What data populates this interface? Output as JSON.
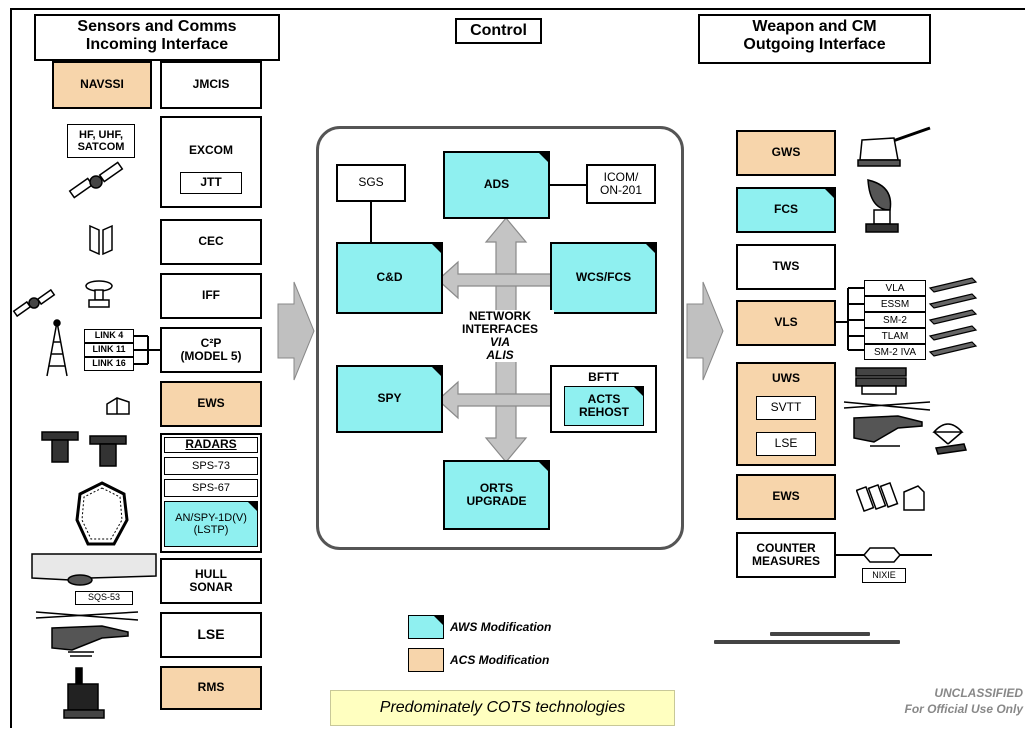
{
  "headers": {
    "left": [
      "Sensors and Comms",
      "Incoming Interface"
    ],
    "center": "Control",
    "right": [
      "Weapon and CM",
      "Outgoing Interface"
    ]
  },
  "left": {
    "navssi": "NAVSSI",
    "jmcis": "JMCIS",
    "hf_label": [
      "HF, UHF,",
      "SATCOM"
    ],
    "excom": "EXCOM",
    "jtt": "JTT",
    "cec": "CEC",
    "iff": "IFF",
    "links": [
      "LINK 4",
      "LINK 11",
      "LINK 16"
    ],
    "c2p": [
      "C²P",
      "(MODEL 5)"
    ],
    "ews": "EWS",
    "radars": "RADARS",
    "sps73": "SPS-73",
    "sps67": "SPS-67",
    "anspy": [
      "AN/SPY-1D(V)",
      "(LSTP)"
    ],
    "sqs53": "SQS-53",
    "hull_sonar": [
      "HULL",
      "SONAR"
    ],
    "lse": "LSE",
    "rms": "RMS"
  },
  "center": {
    "sgs": "SGS",
    "ads": "ADS",
    "icom": [
      "ICOM/",
      "ON-201"
    ],
    "cd": "C&D",
    "wcs": "WCS/FCS",
    "network": [
      "NETWORK",
      "INTERFACES",
      "VIA",
      "ALIS"
    ],
    "spy": "SPY",
    "bftt": "BFTT",
    "acts": [
      "ACTS",
      "REHOST"
    ],
    "orts": [
      "ORTS",
      "UPGRADE"
    ]
  },
  "right": {
    "gws": "GWS",
    "fcs": "FCS",
    "tws": "TWS",
    "vls": "VLS",
    "vls_items": [
      "VLA",
      "ESSM",
      "SM-2",
      "TLAM",
      "SM-2 IVA"
    ],
    "uws": "UWS",
    "svtt": "SVTT",
    "lse": "LSE",
    "ews": "EWS",
    "counter": [
      "COUNTER",
      "MEASURES"
    ],
    "nixie": "NIXIE"
  },
  "legend": {
    "aws": "AWS Modification",
    "acs": "ACS Modification"
  },
  "footer": "Predominately COTS technologies",
  "classification": [
    "UNCLASSIFIED",
    "For Official Use Only"
  ],
  "colors": {
    "aws": "#8ff0f0",
    "acs": "#f7d5ab"
  }
}
